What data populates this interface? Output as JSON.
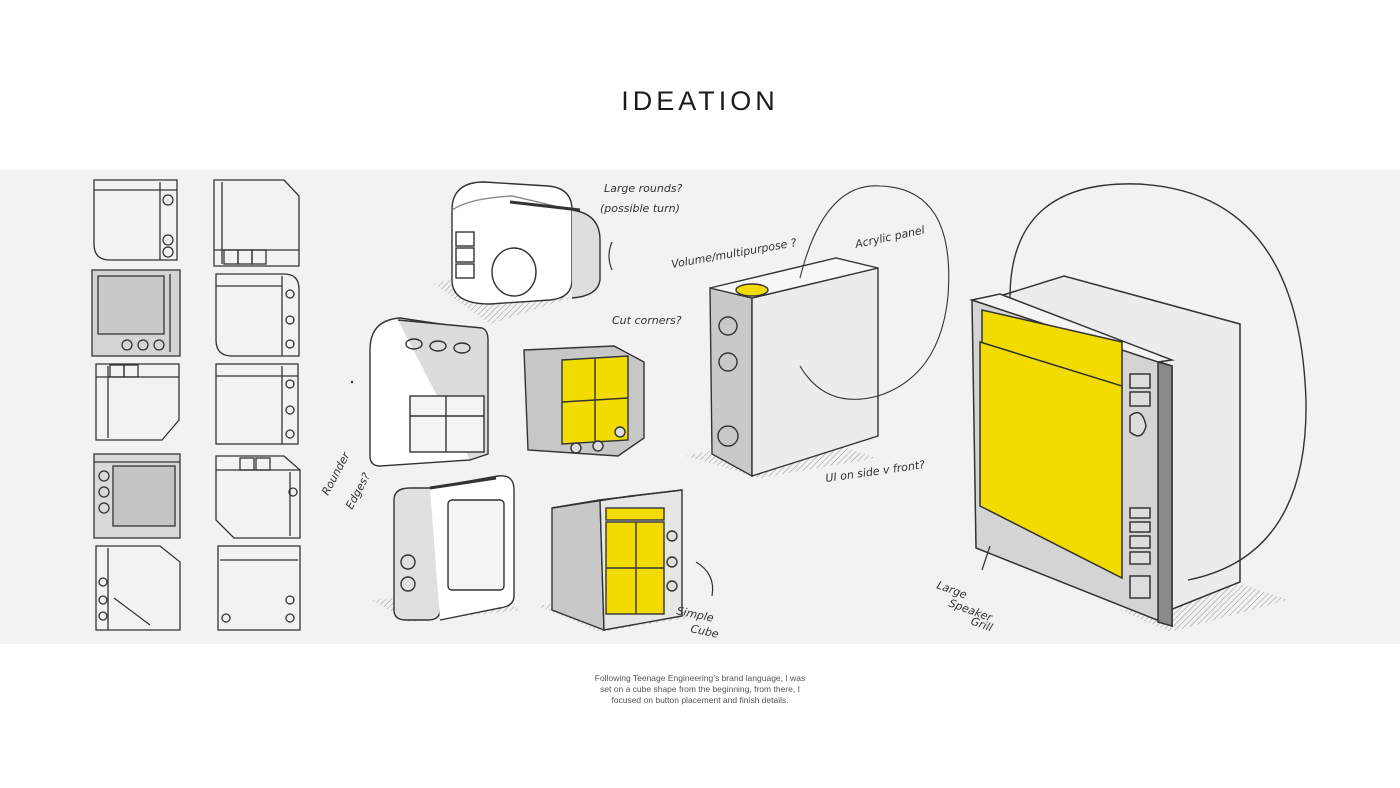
{
  "title": "IDEATION",
  "caption": {
    "line1": "Following Teenage Engineering’s brand language, I was",
    "line2": "set on a cube shape from the beginning, from there, I",
    "line3": "focused on button placement and finish details."
  },
  "annotations": {
    "large_rounds_1": "Large rounds?",
    "large_rounds_2": "(possible turn)",
    "volume": "Volume/multipurpose ?",
    "acrylic": "Acrylic panel",
    "cut_corners": "Cut corners?",
    "rounder_1": "Rounder",
    "rounder_2": "Edges?",
    "ui_side": "UI on side v front?",
    "simple_1": "Simple",
    "simple_2": "Cube",
    "speaker_1": "Large",
    "speaker_2": "Speaker",
    "speaker_3": "Grill"
  },
  "colors": {
    "accent_yellow": "#f2dc00",
    "sketch_gray": "#d6d6d6",
    "band_bg": "#f2f2f2",
    "line": "#2a2a2a"
  }
}
